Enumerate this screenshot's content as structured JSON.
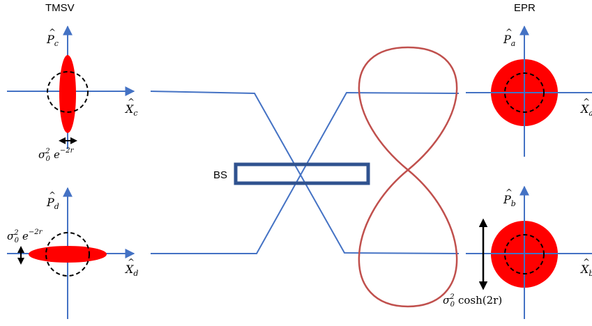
{
  "labels": {
    "tmsv": "TMSV",
    "epr": "EPR",
    "bs": "BS"
  },
  "axes": {
    "pc": {
      "letter": "P",
      "sub": "c"
    },
    "xc": {
      "letter": "X",
      "sub": "c"
    },
    "pd": {
      "letter": "P",
      "sub": "d"
    },
    "xd": {
      "letter": "X",
      "sub": "d"
    },
    "pa": {
      "letter": "P",
      "sub": "a"
    },
    "xa": {
      "letter": "X",
      "sub": "a"
    },
    "pb": {
      "letter": "P",
      "sub": "b"
    },
    "xb": {
      "letter": "X",
      "sub": "b"
    }
  },
  "annotations": {
    "squeeze_c": {
      "base": "σ",
      "sub": "0",
      "sup": "2",
      "tail": "e",
      "tail_sup": "−2r"
    },
    "squeeze_d": {
      "base": "σ",
      "sub": "0",
      "sup": "2",
      "tail": "e",
      "tail_sup": "−2r"
    },
    "epr_var": {
      "base": "σ",
      "sub": "0",
      "sup": "2",
      "tail": "cosh(2r)"
    }
  },
  "colors": {
    "axis": "#4472C4",
    "beam": "#4472C4",
    "state_fill": "#FF0000",
    "entangle_loop": "#C0504D",
    "bs_border": "#2F528F",
    "dashed_circle": "#000000"
  }
}
